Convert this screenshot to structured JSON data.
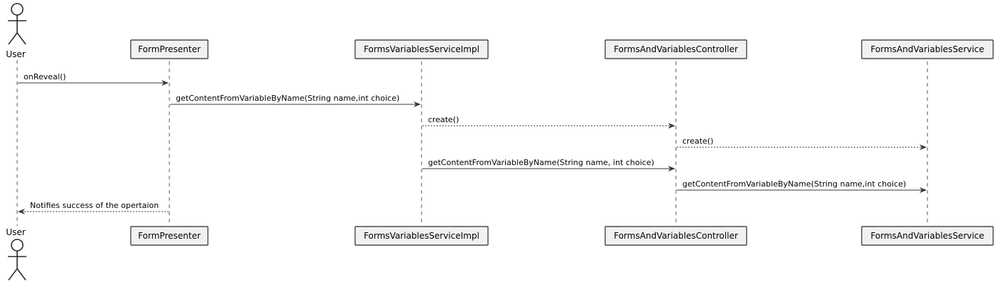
{
  "participants": [
    {
      "id": "user",
      "label": "User",
      "kind": "actor"
    },
    {
      "id": "formPresenter",
      "label": "FormPresenter",
      "kind": "participant"
    },
    {
      "id": "formsVarsImpl",
      "label": "FormsVariablesServiceImpl",
      "kind": "participant"
    },
    {
      "id": "fvController",
      "label": "FormsAndVariablesController",
      "kind": "participant"
    },
    {
      "id": "fvService",
      "label": "FormsAndVariablesService",
      "kind": "participant"
    }
  ],
  "messages": [
    {
      "from": "user",
      "to": "formPresenter",
      "label": "onReveal()",
      "style": "solid"
    },
    {
      "from": "formPresenter",
      "to": "formsVarsImpl",
      "label": "getContentFromVariableByName(String name,int choice)",
      "style": "solid"
    },
    {
      "from": "formsVarsImpl",
      "to": "fvController",
      "label": "create()",
      "style": "dashed"
    },
    {
      "from": "fvController",
      "to": "fvService",
      "label": "create()",
      "style": "dashed"
    },
    {
      "from": "formsVarsImpl",
      "to": "fvController",
      "label": "getContentFromVariableByName(String name, int choice)",
      "style": "solid"
    },
    {
      "from": "fvController",
      "to": "fvService",
      "label": "getContentFromVariableByName(String name,int choice)",
      "style": "solid"
    },
    {
      "from": "formPresenter",
      "to": "user",
      "label": "Notifies success of the opertaion",
      "style": "dashed"
    }
  ],
  "colors": {
    "box_fill": "#f1f1f1",
    "line": "#383838"
  }
}
